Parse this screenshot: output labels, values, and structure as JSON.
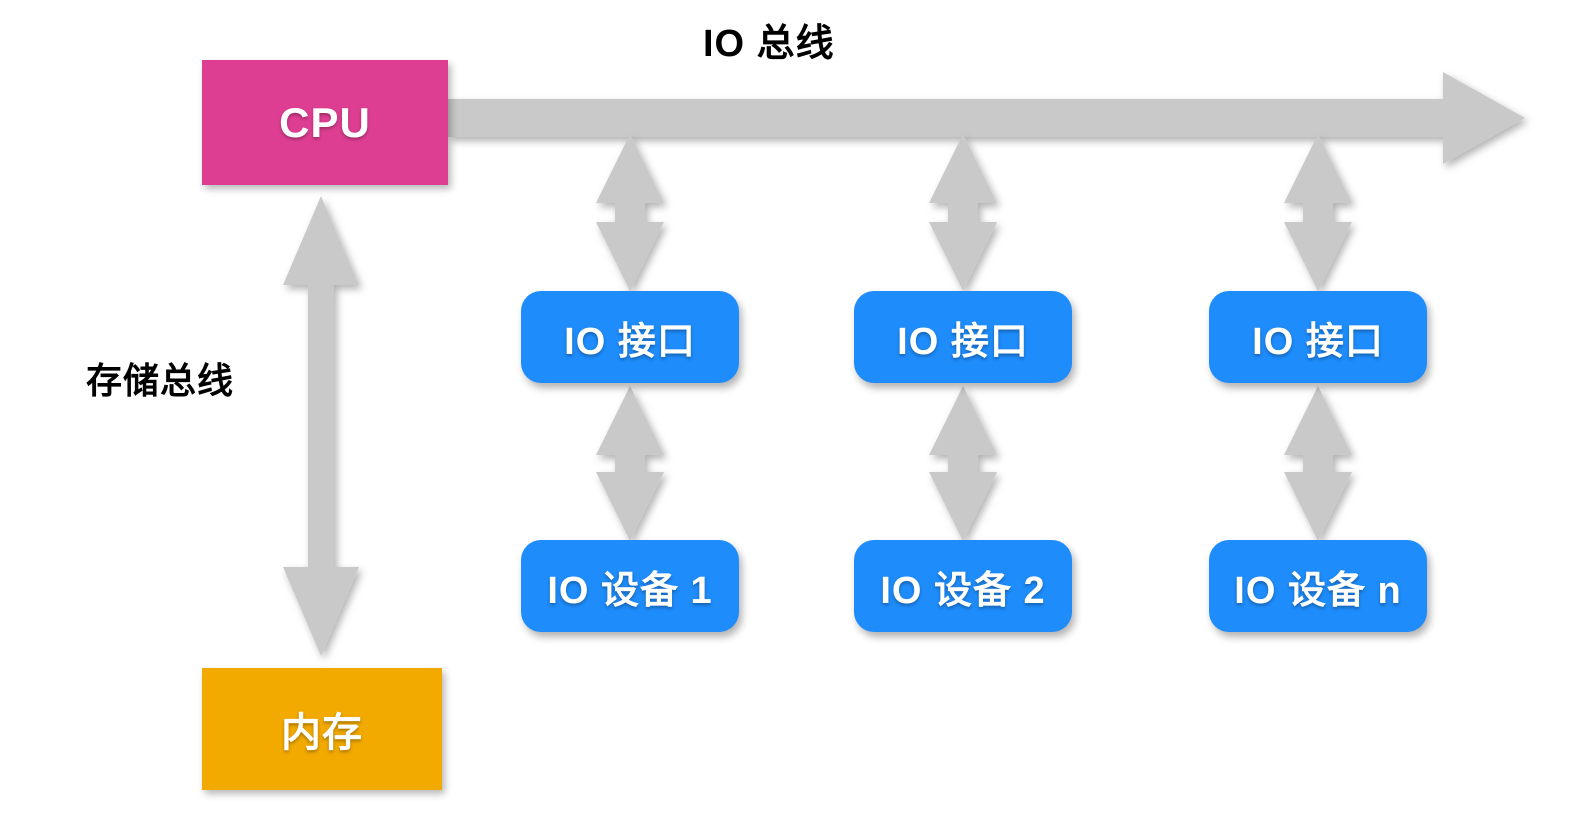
{
  "diagram": {
    "title_label": "IO 总线",
    "storage_bus_label": "存储总线",
    "colors": {
      "cpu": "#DE3E92",
      "memory": "#F2A900",
      "io_blue": "#1E8CFB",
      "arrow_gray": "#C9C9C9",
      "text_dark": "#000000",
      "background": "#FFFFFF"
    },
    "cpu": {
      "label": "CPU"
    },
    "memory": {
      "label": "内存"
    },
    "columns": [
      {
        "port_label": "IO 接口",
        "device_label": "IO 设备 1"
      },
      {
        "port_label": "IO 接口",
        "device_label": "IO 设备 2"
      },
      {
        "port_label": "IO 接口",
        "device_label": "IO 设备 n"
      }
    ],
    "connectors": {
      "io_bus": {
        "name": "IO 总线",
        "style": "single-headed-right-arrow"
      },
      "storage_bus": {
        "name": "存储总线",
        "style": "double-headed-vertical-arrow"
      },
      "bus_to_port": {
        "style": "double-headed-vertical-arrow"
      },
      "port_to_device": {
        "style": "double-headed-vertical-arrow"
      }
    }
  }
}
